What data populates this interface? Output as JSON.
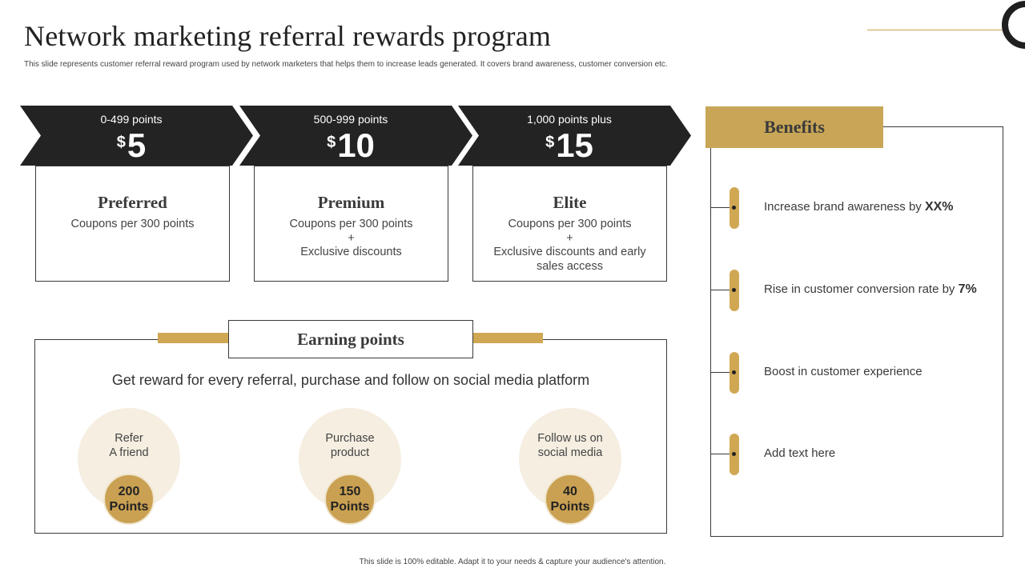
{
  "header": {
    "title": "Network marketing referral rewards program",
    "subtitle": "This slide represents customer referral reward program used by network marketers that helps them to increase leads generated. It covers brand awareness, customer conversion etc."
  },
  "tiers": [
    {
      "range": "0-499 points",
      "currency": "$",
      "amount": "5",
      "name": "Preferred",
      "description": [
        "Coupons per 300 points"
      ]
    },
    {
      "range": "500-999 points",
      "currency": "$",
      "amount": "10",
      "name": "Premium",
      "description": [
        "Coupons per 300 points",
        "+",
        "Exclusive discounts"
      ]
    },
    {
      "range": "1,000 points plus",
      "currency": "$",
      "amount": "15",
      "name": "Elite",
      "description": [
        "Coupons per 300 points",
        "+",
        "Exclusive discounts and early",
        "sales access"
      ]
    }
  ],
  "earning": {
    "title": "Earning points",
    "tagline": "Get reward for every referral, purchase and follow on social media platform",
    "items": [
      {
        "label_lines": [
          "Refer",
          "A friend"
        ],
        "points": "200",
        "points_unit": "Points"
      },
      {
        "label_lines": [
          "Purchase",
          "product"
        ],
        "points": "150",
        "points_unit": "Points"
      },
      {
        "label_lines": [
          "Follow us on",
          "social media"
        ],
        "points": "40",
        "points_unit": "Points"
      }
    ]
  },
  "benefits": {
    "title": "Benefits",
    "items": [
      {
        "text": "Increase brand awareness by ",
        "highlight": "XX%"
      },
      {
        "text": "Rise in customer conversion rate by ",
        "highlight": "7%"
      },
      {
        "text": "Boost in customer experience",
        "highlight": ""
      },
      {
        "text": "Add text here",
        "highlight": ""
      }
    ]
  },
  "footer": "This slide is 100% editable. Adapt it to your needs & capture your audience's attention.",
  "colors": {
    "dark": "#222222",
    "gold": "#d0a854",
    "cream": "#f5eee1"
  },
  "icons": [
    "benefit-pill-icon"
  ]
}
